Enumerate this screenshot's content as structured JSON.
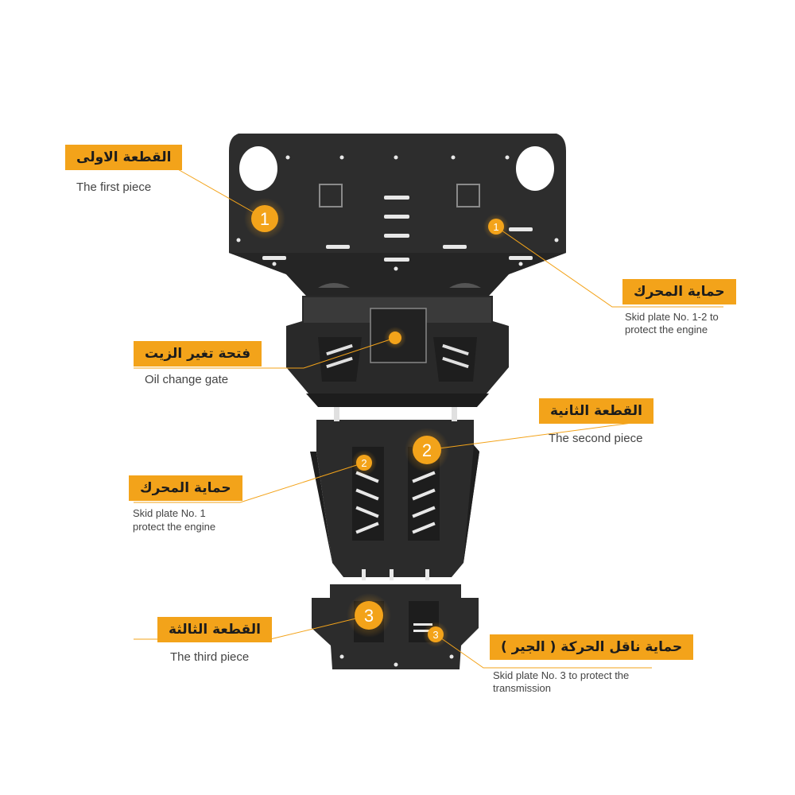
{
  "labels": {
    "first_piece": {
      "ar": "القطعة الاولى",
      "en": "The first piece"
    },
    "engine_guard_1_2": {
      "ar": "حماية المحرك",
      "en": "Skid plate No. 1-2 to protect the engine"
    },
    "oil_gate": {
      "ar": "فتحة تغير الزيت",
      "en": "Oil change gate"
    },
    "second_piece": {
      "ar": "القطعة الثانية",
      "en": "The second piece"
    },
    "engine_guard_1": {
      "ar": "حماية المحرك",
      "en_line1": "Skid plate No. 1",
      "en_line2": "protect the engine"
    },
    "third_piece": {
      "ar": "القطعة الثالثة",
      "en": "The third piece"
    },
    "transmission_guard": {
      "ar": "حماية ناقل الحركة ( الجير )",
      "en": "Skid plate No. 3 to protect the transmission"
    }
  },
  "markers": {
    "m1_large": "1",
    "m1_small": "1",
    "m2_large": "2",
    "m2_small": "2",
    "m3_large": "3",
    "m3_small": "3"
  },
  "colors": {
    "accent": "#f3a31a",
    "plate": "#2a2a2a",
    "plate_light": "#3a3a3a"
  }
}
